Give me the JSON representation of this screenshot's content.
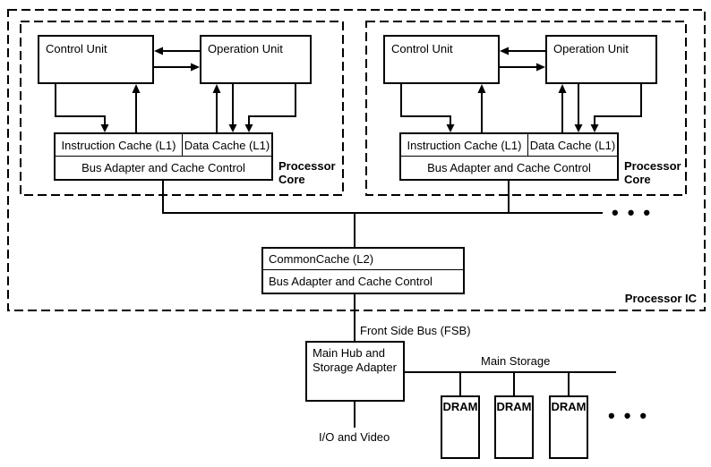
{
  "cores": [
    {
      "control_unit": "Control Unit",
      "operation_unit": "Operation Unit",
      "instruction_cache": "Instruction Cache (L1)",
      "data_cache": "Data Cache (L1)",
      "bus_adapter": "Bus Adapter and Cache Control",
      "core_label": "Processor Core"
    },
    {
      "control_unit": "Control Unit",
      "operation_unit": "Operation Unit",
      "instruction_cache": "Instruction Cache (L1)",
      "data_cache": "Data Cache (L1)",
      "bus_adapter": "Bus Adapter and Cache Control",
      "core_label": "Processor Core"
    }
  ],
  "l2": {
    "cache_label": "CommonCache (L2)",
    "bus_adapter_label": "Bus Adapter and Cache Control"
  },
  "hub": {
    "label": "Main Hub and Storage Adapter"
  },
  "dram": [
    "DRAM",
    "DRAM",
    "DRAM"
  ],
  "labels": {
    "processor_ic": "Processor IC",
    "fsb": "Front Side Bus (FSB)",
    "main_storage": "Main Storage",
    "io": "I/O and Video",
    "more_cores": "•••",
    "more_dram": "•••"
  },
  "colors": {
    "line": "#000000",
    "background": "#ffffff",
    "text": "#000000"
  }
}
